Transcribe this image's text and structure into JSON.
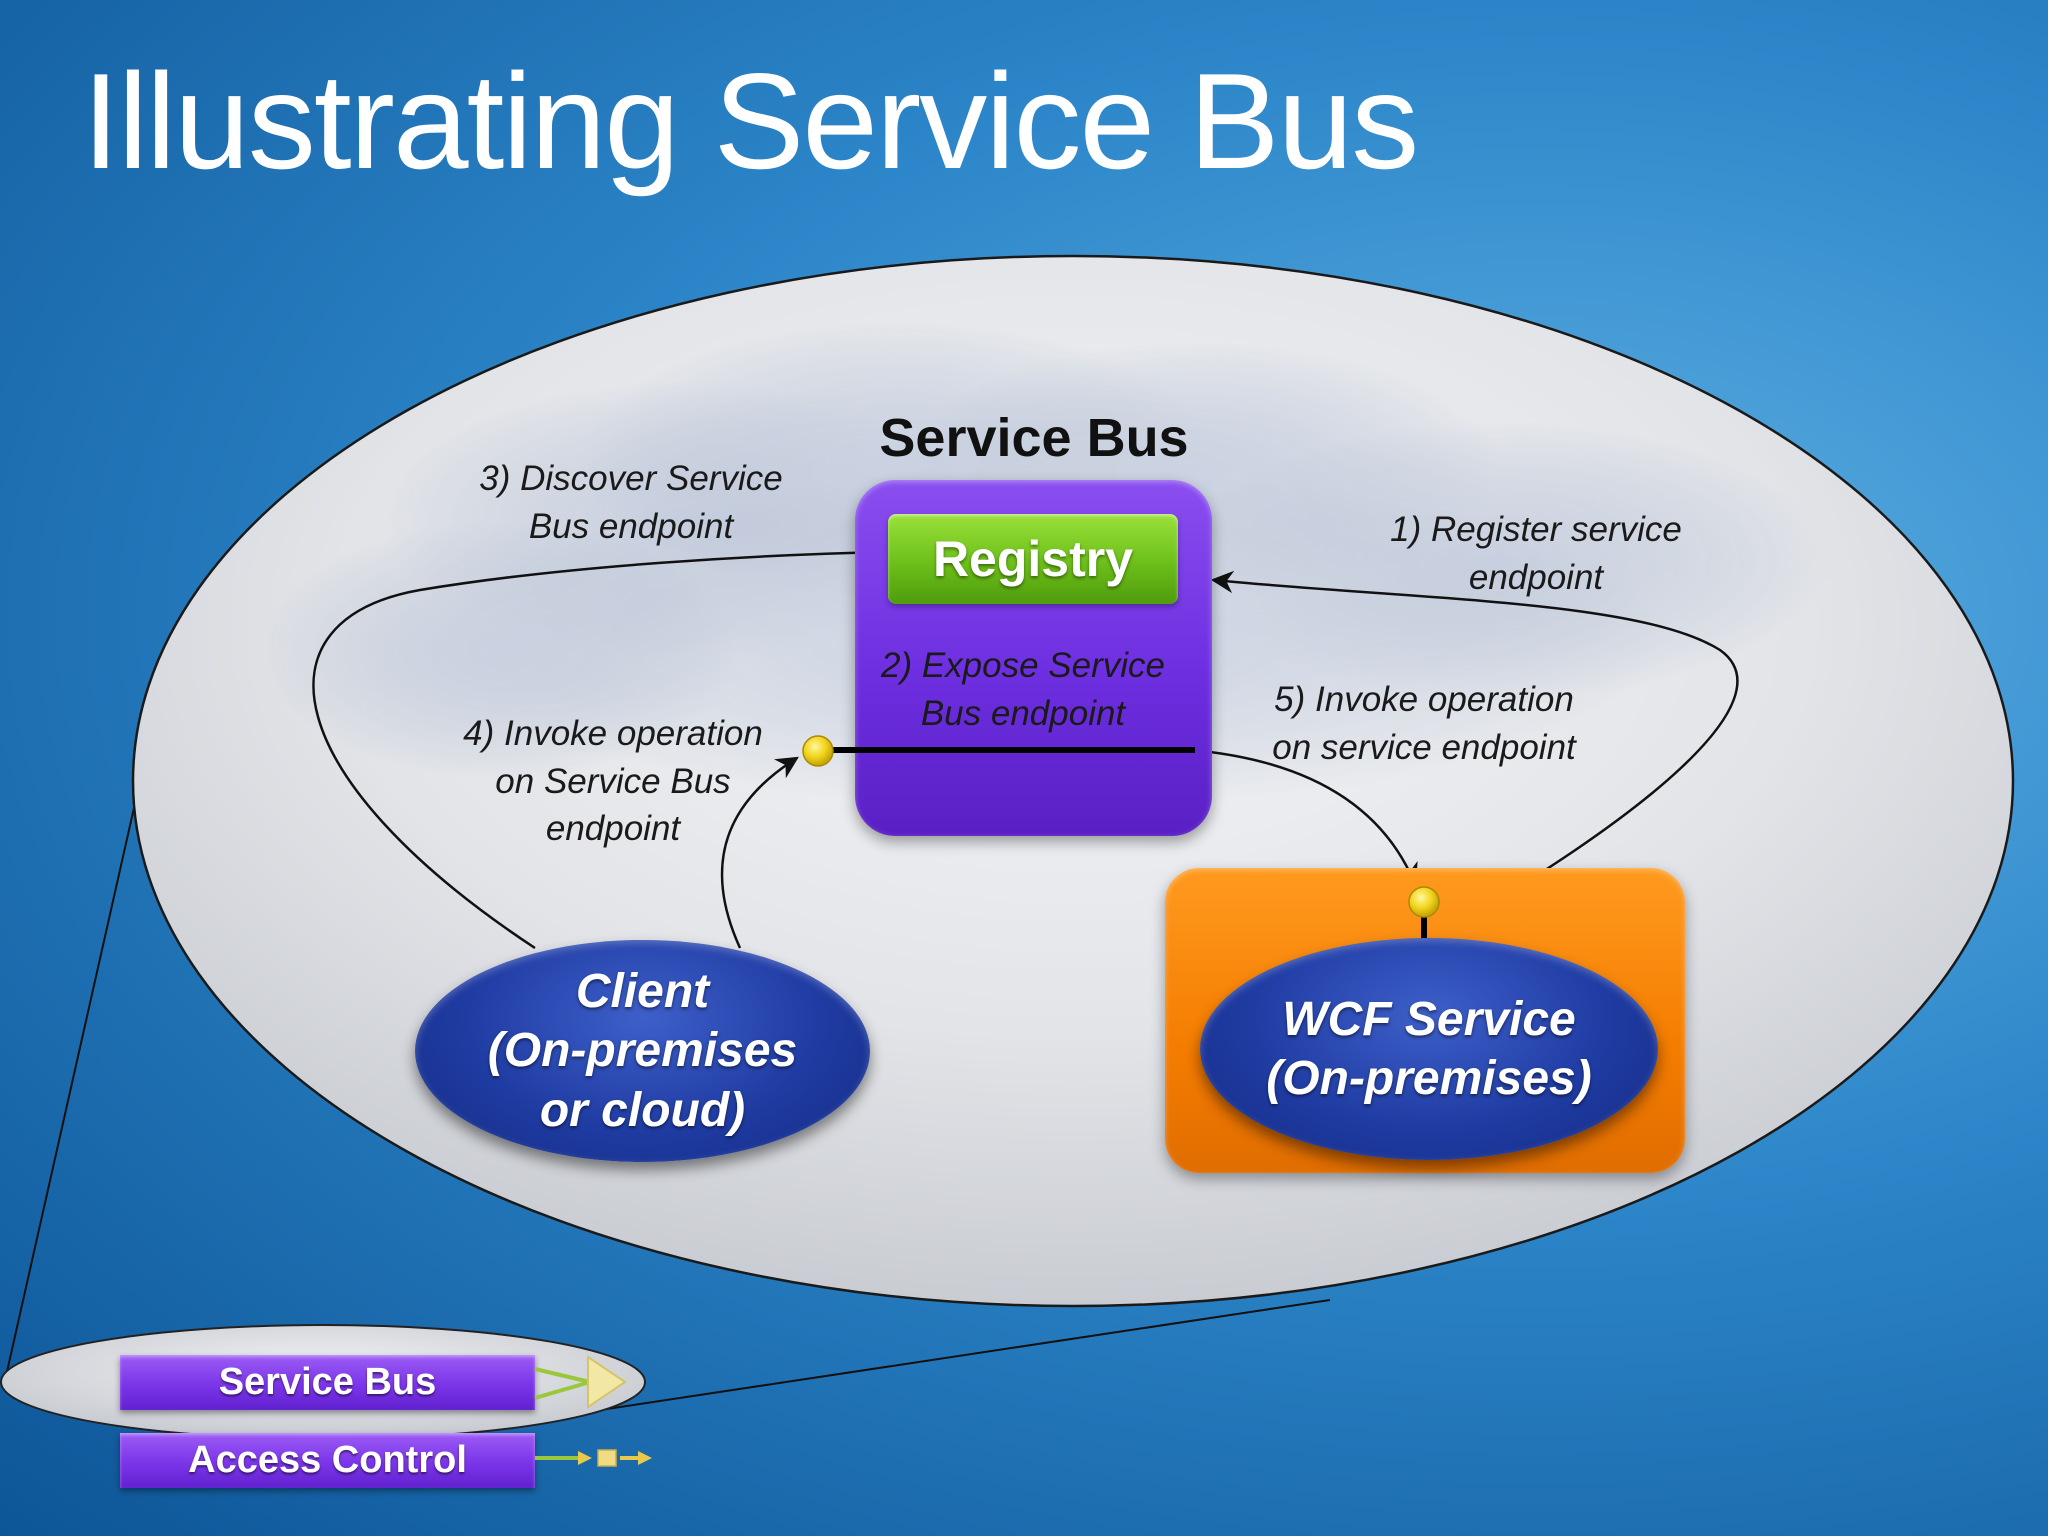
{
  "title": "Illustrating Service Bus",
  "service_bus_box": {
    "label": "Service Bus",
    "registry_label": "Registry"
  },
  "client": {
    "line1": "Client",
    "line2": "(On-premises",
    "line3": "or cloud)"
  },
  "wcf_service": {
    "line1": "WCF Service",
    "line2": "(On-premises)"
  },
  "steps": {
    "register": {
      "line1": "1) Register service",
      "line2": "endpoint"
    },
    "expose": {
      "line1": "2) Expose Service",
      "line2": "Bus endpoint"
    },
    "discover": {
      "line1": "3) Discover Service",
      "line2": "Bus endpoint"
    },
    "invoke_sb": {
      "line1": "4) Invoke operation",
      "line2": "on Service Bus",
      "line3": "endpoint"
    },
    "invoke_service": {
      "line1": "5) Invoke operation",
      "line2": "on service endpoint"
    }
  },
  "legend": {
    "service_bus": "Service Bus",
    "access_control": "Access Control"
  },
  "colors": {
    "service_bus_purple": "#7a3fe8",
    "registry_green": "#7cc421",
    "wcf_orange": "#f58200",
    "oval_blue": "#1f3ca3",
    "endpoint_yellow": "#f7dc1e"
  }
}
